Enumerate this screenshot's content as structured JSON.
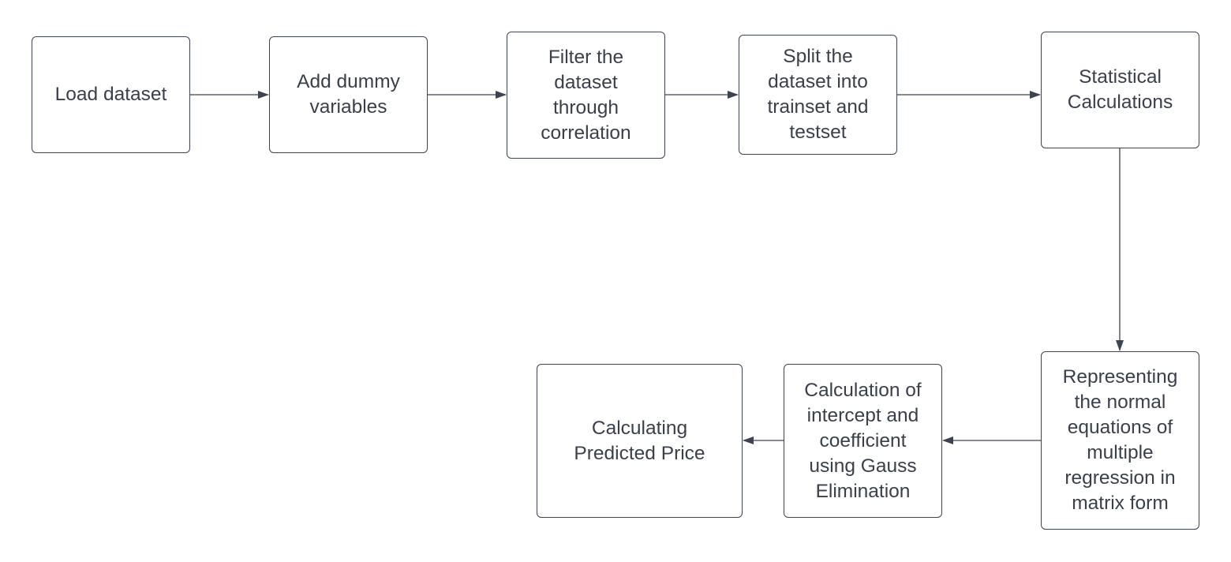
{
  "diagram": {
    "line_color": "#3d4350",
    "text_color": "#3a3f4b",
    "nodes": [
      {
        "id": "n1",
        "label": "Load dataset"
      },
      {
        "id": "n2",
        "label": "Add dummy\nvariables"
      },
      {
        "id": "n3",
        "label": "Filter the\ndataset\nthrough\ncorrelation"
      },
      {
        "id": "n4",
        "label": "Split the\ndataset into\ntrainset and\ntestset"
      },
      {
        "id": "n5",
        "label": "Statistical\nCalculations"
      },
      {
        "id": "n6",
        "label": "Representing\nthe normal\nequations of\nmultiple\nregression in\nmatrix form"
      },
      {
        "id": "n7",
        "label": "Calculation of\nintercept and\ncoefficient\nusing Gauss\nElimination"
      },
      {
        "id": "n8",
        "label": "Calculating\nPredicted Price"
      }
    ],
    "edges": [
      {
        "from": "n1",
        "to": "n2"
      },
      {
        "from": "n2",
        "to": "n3"
      },
      {
        "from": "n3",
        "to": "n4"
      },
      {
        "from": "n4",
        "to": "n5"
      },
      {
        "from": "n5",
        "to": "n6"
      },
      {
        "from": "n6",
        "to": "n7"
      },
      {
        "from": "n7",
        "to": "n8"
      }
    ]
  }
}
